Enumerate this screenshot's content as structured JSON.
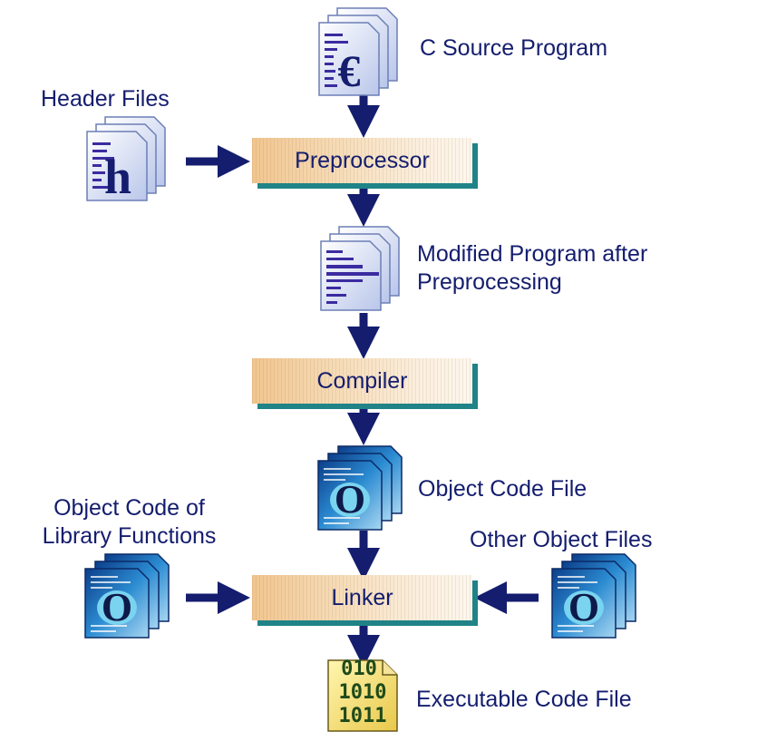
{
  "labels": {
    "c_source": "C Source Program",
    "header_files": "Header Files",
    "modified_line1": "Modified Program after",
    "modified_line2": "Preprocessing",
    "object_code_file": "Object Code File",
    "library_line1": "Object Code of",
    "library_line2": "Library Functions",
    "other_object_files": "Other Object Files",
    "executable": "Executable Code File"
  },
  "stages": {
    "preprocessor": "Preprocessor",
    "compiler": "Compiler",
    "linker": "Linker"
  },
  "icons": {
    "c_source": "c-file-stack-icon",
    "header": "h-file-stack-icon",
    "modified": "document-stack-icon",
    "object": "object-file-stack-icon",
    "library": "object-file-stack-icon",
    "other_objects": "object-file-stack-icon",
    "executable": "binary-file-icon"
  },
  "icon_glyphs": {
    "c": "€",
    "h": "h",
    "o": "O",
    "binary_rows": [
      "010",
      "1010",
      "1011"
    ]
  },
  "colors": {
    "text": "#141d6e",
    "arrow": "#141d6e",
    "stage_shadow": "#1f8387",
    "stage_fill": "#f1c58f"
  }
}
